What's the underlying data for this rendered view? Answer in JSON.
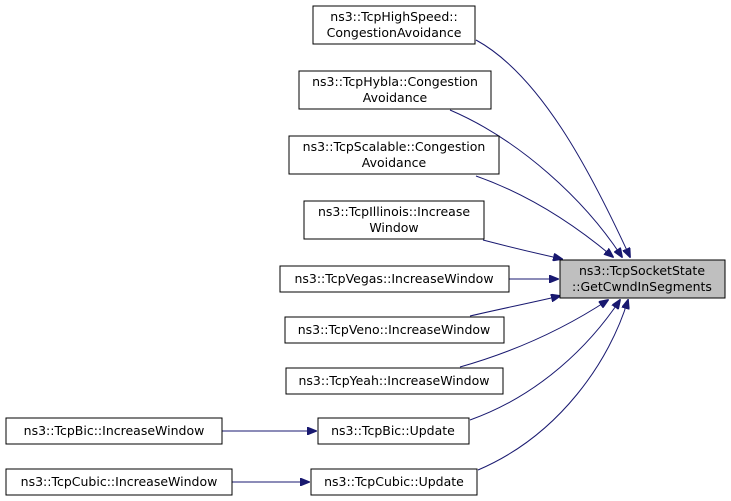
{
  "diagram": {
    "type": "call-graph",
    "edge_color": "#191970",
    "target_fill": "#bfbfbf",
    "nodes": {
      "target": [
        "ns3::TcpSocketState",
        "::GetCwndInSegments"
      ],
      "highspeed": [
        "ns3::TcpHighSpeed::",
        "CongestionAvoidance"
      ],
      "hybla": [
        "ns3::TcpHybla::Congestion",
        "Avoidance"
      ],
      "scalable": [
        "ns3::TcpScalable::Congestion",
        "Avoidance"
      ],
      "illinois": [
        "ns3::TcpIllinois::Increase",
        "Window"
      ],
      "vegas": [
        "ns3::TcpVegas::IncreaseWindow"
      ],
      "veno": [
        "ns3::TcpVeno::IncreaseWindow"
      ],
      "yeah": [
        "ns3::TcpYeah::IncreaseWindow"
      ],
      "bic_update": [
        "ns3::TcpBic::Update"
      ],
      "bic_increase": [
        "ns3::TcpBic::IncreaseWindow"
      ],
      "cubic_update": [
        "ns3::TcpCubic::Update"
      ],
      "cubic_increase": [
        "ns3::TcpCubic::IncreaseWindow"
      ]
    },
    "edges": [
      {
        "from": "highspeed",
        "to": "target"
      },
      {
        "from": "hybla",
        "to": "target"
      },
      {
        "from": "scalable",
        "to": "target"
      },
      {
        "from": "illinois",
        "to": "target"
      },
      {
        "from": "vegas",
        "to": "target"
      },
      {
        "from": "veno",
        "to": "target"
      },
      {
        "from": "yeah",
        "to": "target"
      },
      {
        "from": "bic_update",
        "to": "target"
      },
      {
        "from": "cubic_update",
        "to": "target"
      },
      {
        "from": "bic_increase",
        "to": "bic_update"
      },
      {
        "from": "cubic_increase",
        "to": "cubic_update"
      }
    ]
  }
}
